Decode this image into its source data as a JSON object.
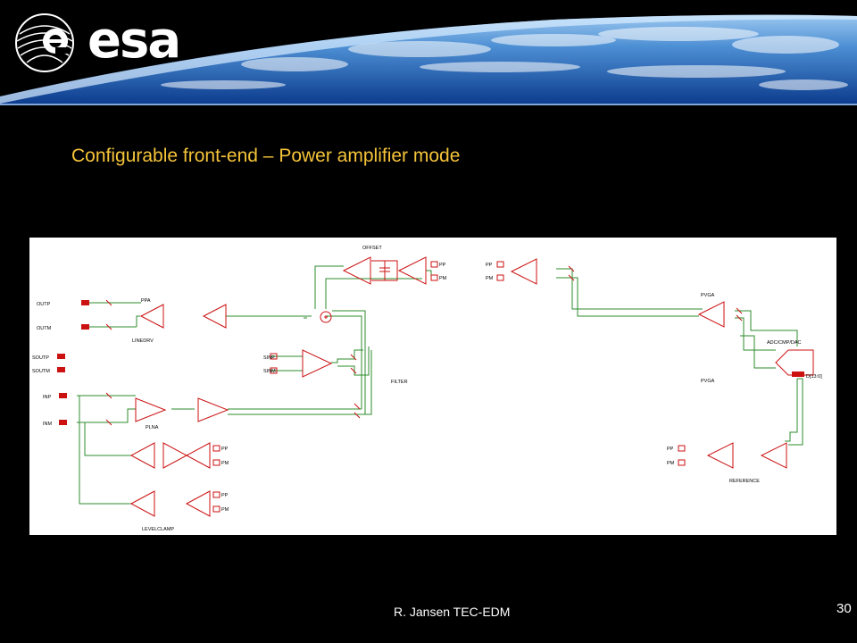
{
  "header": {
    "logo_text": "esa"
  },
  "slide": {
    "title": "Configurable front-end – Power amplifier mode"
  },
  "diagram": {
    "labels": {
      "outp": "OUTP",
      "outm": "OUTM",
      "soutp": "SOUTP",
      "soutm": "SOUTM",
      "inp": "INP",
      "inm": "INM",
      "ppa": "PPA",
      "linedrv": "LINEDRV",
      "plna": "PLNA",
      "offset": "OFFSET",
      "sinp": "SINP",
      "sinm": "SINM",
      "filter": "FILTER",
      "levelclamp": "LEVELCLAMP",
      "pvga_top": "PVGA",
      "pvga_bottom": "PVGA",
      "adc": "ADC/CMP/DAC",
      "adc_bus": "D[13:0]",
      "reference": "REFERENCE",
      "pp": "PP",
      "pm": "PM"
    }
  },
  "footer": {
    "author": "R. Jansen TEC-EDM",
    "page_number": "30"
  },
  "colors": {
    "title": "#f5c43a",
    "wire": "#2e8b2e",
    "component": "#cc1111",
    "diagram_bg": "#ffffff"
  }
}
